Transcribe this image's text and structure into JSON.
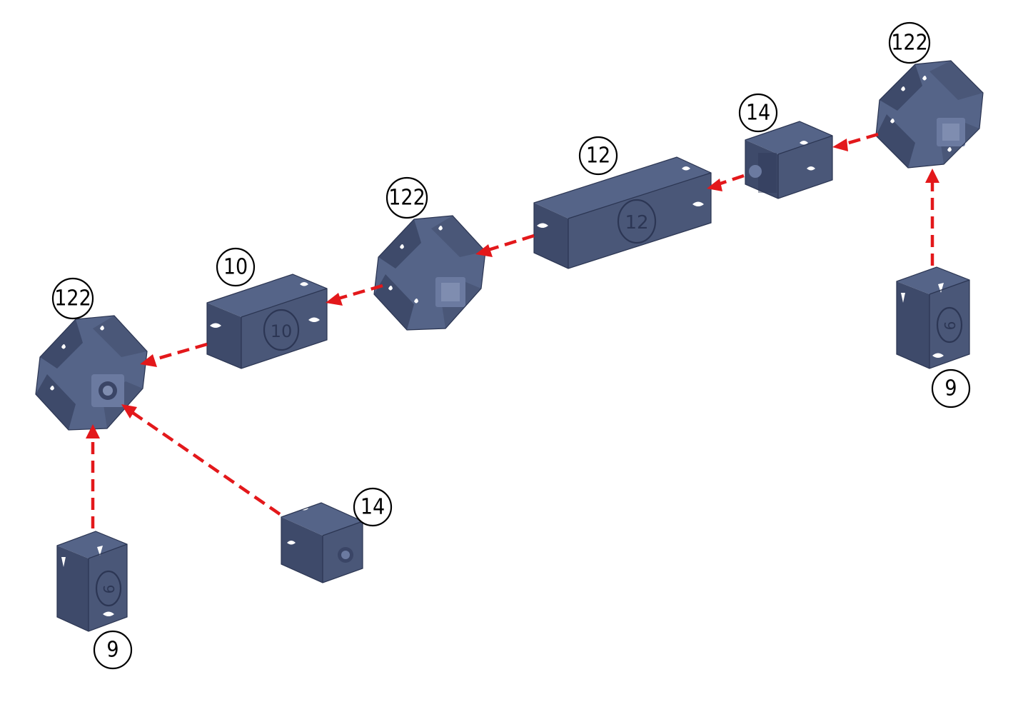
{
  "callouts": [
    {
      "id": "c122a",
      "text": "122"
    },
    {
      "id": "c14a",
      "text": "14"
    },
    {
      "id": "c12",
      "text": "12"
    },
    {
      "id": "c122b",
      "text": "122"
    },
    {
      "id": "c10",
      "text": "10"
    },
    {
      "id": "c122c",
      "text": "122"
    },
    {
      "id": "c9a",
      "text": "9"
    },
    {
      "id": "c14b",
      "text": "14"
    },
    {
      "id": "c9b",
      "text": "9"
    }
  ],
  "embossed_labels": {
    "piece_12": "12",
    "piece_10": "10",
    "piece_9a": "9",
    "piece_9b": "9"
  },
  "colors": {
    "part_fill": "#4a5778",
    "part_shadow": "#3e4a6a",
    "part_highlight": "#556488",
    "arrow": "#e3181b",
    "callout_stroke": "#000000"
  }
}
